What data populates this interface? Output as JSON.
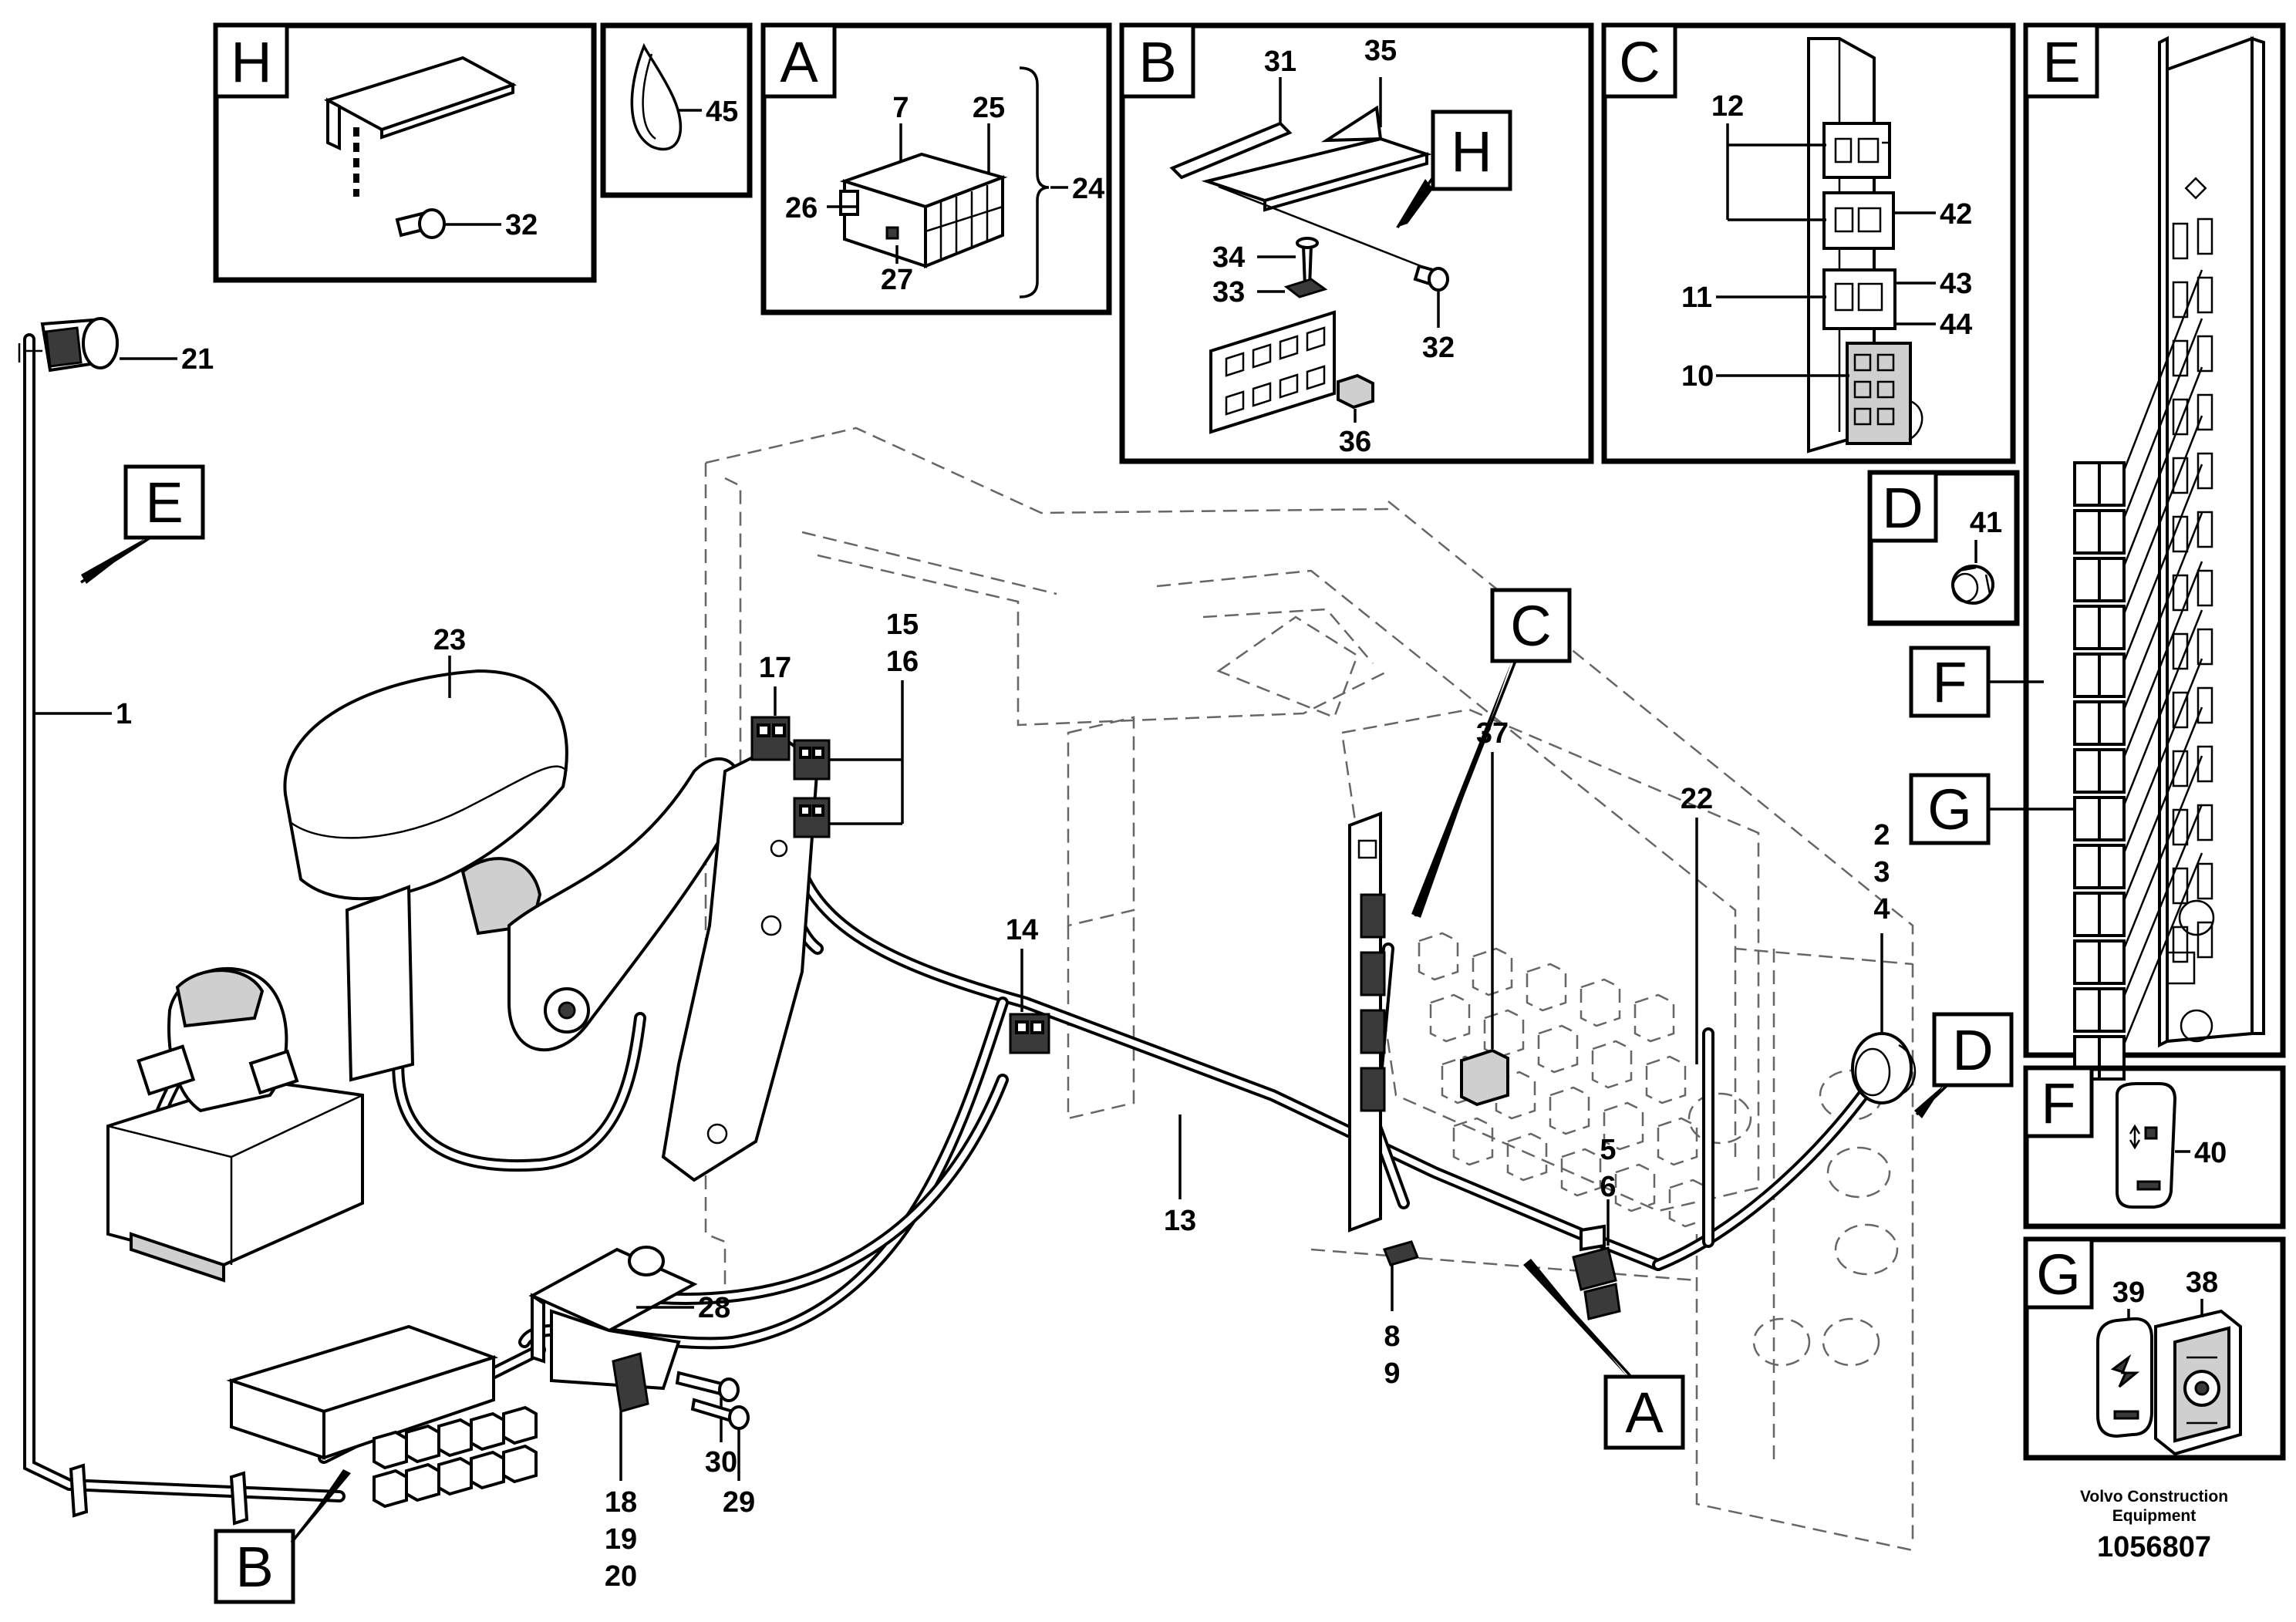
{
  "diagram": {
    "panels": [
      {
        "letter": "H",
        "part_labels": [
          "32"
        ]
      },
      {
        "letter": "",
        "part_labels": [
          "45"
        ]
      },
      {
        "letter": "A",
        "part_labels": [
          "7",
          "25",
          "26",
          "27",
          "24"
        ]
      },
      {
        "letter": "B",
        "part_labels": [
          "31",
          "35",
          "34",
          "33",
          "32",
          "36"
        ],
        "callout": "H"
      },
      {
        "letter": "C",
        "part_labels": [
          "12",
          "42",
          "11",
          "43",
          "44",
          "10"
        ]
      },
      {
        "letter": "E",
        "callouts": [
          "F",
          "G"
        ]
      },
      {
        "letter": "D",
        "part_labels": [
          "41"
        ]
      },
      {
        "letter": "F",
        "part_labels": [
          "40"
        ]
      },
      {
        "letter": "G",
        "part_labels": [
          "39",
          "38"
        ]
      }
    ],
    "main_callouts": [
      "E",
      "C",
      "D",
      "A",
      "B"
    ],
    "main_labels": [
      "21",
      "1",
      "23",
      "17",
      "15",
      "16",
      "14",
      "37",
      "22",
      "2",
      "3",
      "4",
      "5",
      "6",
      "13",
      "8",
      "9",
      "28",
      "30",
      "29",
      "18",
      "19",
      "20"
    ],
    "footer": {
      "brand_line1": "Volvo Construction",
      "brand_line2": "Equipment",
      "drawing_number": "1056807"
    }
  }
}
